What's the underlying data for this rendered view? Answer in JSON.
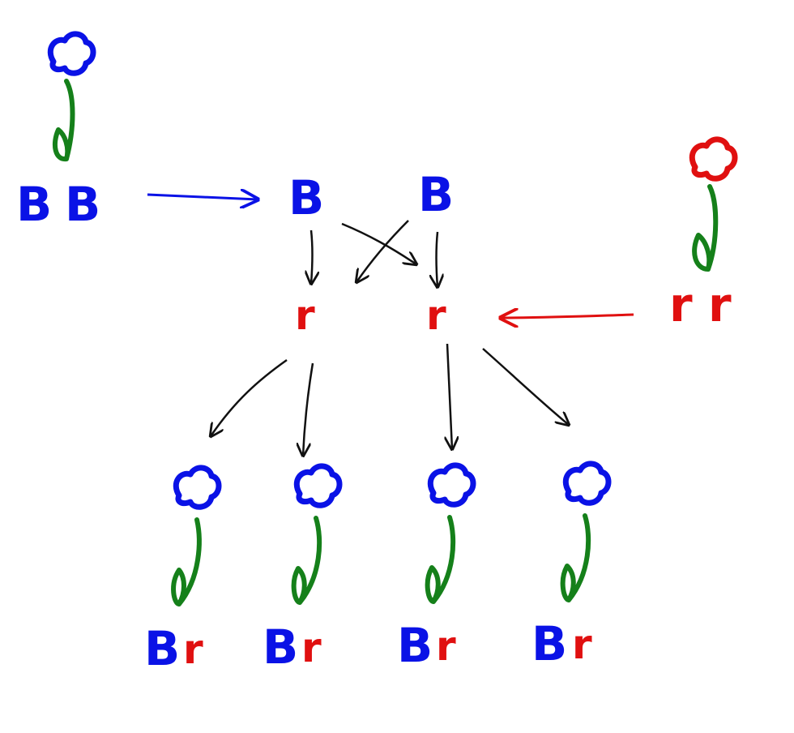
{
  "colors": {
    "blue": "#0a12e6",
    "red": "#e01010",
    "green": "#15801a",
    "black": "#111111"
  },
  "parents": {
    "blue": {
      "flower_color": "blue",
      "genotype": [
        "B",
        "B"
      ]
    },
    "red": {
      "flower_color": "red",
      "genotype": [
        "r",
        "r"
      ]
    }
  },
  "gametes": {
    "blue": [
      "B",
      "B"
    ],
    "red": [
      "r",
      "r"
    ]
  },
  "offspring": [
    {
      "flower_color": "blue",
      "genotype": [
        "B",
        "r"
      ]
    },
    {
      "flower_color": "blue",
      "genotype": [
        "B",
        "r"
      ]
    },
    {
      "flower_color": "blue",
      "genotype": [
        "B",
        "r"
      ]
    },
    {
      "flower_color": "blue",
      "genotype": [
        "B",
        "r"
      ]
    }
  ]
}
